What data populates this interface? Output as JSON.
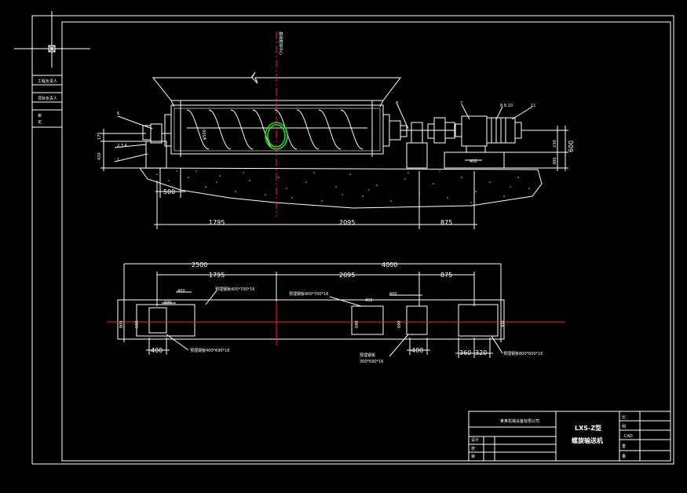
{
  "side_titles": [
    "工程负责人",
    "项目负责人",
    "审",
    "定"
  ],
  "elevation": {
    "callouts": [
      "6",
      "2.3.4",
      "1",
      "8",
      "7",
      "8.9.10",
      "11"
    ],
    "dims_left": [
      "170",
      "420"
    ],
    "dim_diameter": "φ500",
    "dims_right": [
      "230",
      "600",
      "300"
    ],
    "dim_small": "400",
    "dim_base": "500",
    "dims_bottom": [
      "1795",
      "2095",
      "875"
    ],
    "vertical_note": "基础载荷中心"
  },
  "plan": {
    "dims_top_outer": [
      "2500",
      "4000"
    ],
    "dims_top_inner": [
      "1795",
      "2095",
      "875"
    ],
    "dims_pad": [
      "400",
      "500",
      "600",
      "400"
    ],
    "dims_vertical": [
      "800",
      "690",
      "690",
      "690",
      "300"
    ],
    "dims_bottom": [
      "400",
      "400",
      "360",
      "320"
    ],
    "plate_labels": [
      "预埋钢板400*700*16",
      "预埋钢板400*700*16",
      "预埋钢板400*690*16",
      "预埋钢板",
      "300*690*16",
      "预埋钢板800*600*16"
    ]
  },
  "title_block": {
    "company": "某某机械设备有限公司",
    "designer": "设计",
    "check": "校",
    "approve": "审",
    "model": "LXS-Z型",
    "name": "螺旋输送机",
    "right_labels": [
      "比",
      "例",
      "CAD",
      "重",
      "量"
    ]
  }
}
